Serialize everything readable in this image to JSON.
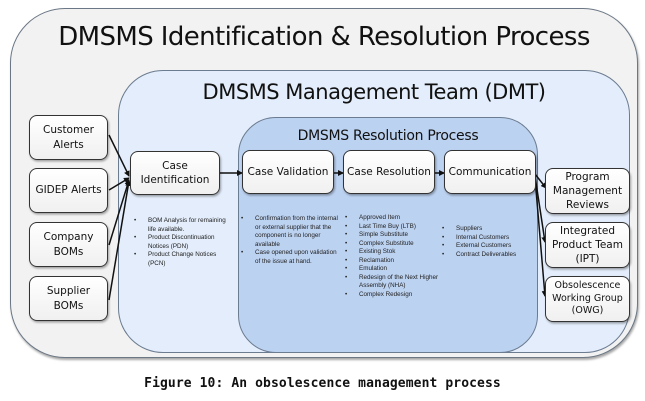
{
  "diagram": {
    "outer_title": "DMSMS Identification & Resolution Process",
    "dmt_title": "DMSMS Management Team (DMT)",
    "resolution_title": "DMSMS Resolution Process",
    "sources": [
      {
        "label": "Customer Alerts",
        "lines": [
          "Customer",
          "Alerts"
        ]
      },
      {
        "label": "GIDEP Alerts",
        "lines": [
          "GIDEP Alerts"
        ]
      },
      {
        "label": "Company BOMs",
        "lines": [
          "Company",
          "BOMs"
        ]
      },
      {
        "label": "Supplier BOMs",
        "lines": [
          "Supplier",
          "BOMs"
        ]
      }
    ],
    "steps": [
      {
        "label": "Case Identification",
        "lines": [
          "Case",
          "Identification"
        ],
        "bullets": [
          "BOM Analysis for remaining life available.",
          "Product Discontinuation Notices (PDN)",
          "Product Change Notices (PCN)"
        ]
      },
      {
        "label": "Case Validation",
        "lines": [
          "Case Validation"
        ],
        "bullets": [
          "Confirmation from the internal or external supplier that the component is no longer available",
          "Case opened upon validation of the issue at hand."
        ]
      },
      {
        "label": "Case Resolution",
        "lines": [
          "Case Resolution"
        ],
        "bullets": [
          "Approved Item",
          "Last Time Buy (LTB)",
          "Simple Substitute",
          "Complex Substitute",
          "Existing Stok",
          "Reclamation",
          "Emulation",
          "Redesign of the Next Higher Assembly (NHA)",
          "Complex Redesign"
        ]
      },
      {
        "label": "Communication",
        "lines": [
          "Communication"
        ],
        "bullets": [
          "Suppliers",
          "Internal Customers",
          "External Customers",
          "Contract Deliverables"
        ]
      }
    ],
    "outputs": [
      {
        "label": "Program Management Reviews",
        "lines": [
          "Program",
          "Management",
          "Reviews"
        ]
      },
      {
        "label": "Integrated Product Team (IPT)",
        "lines": [
          "Integrated",
          "Product Team",
          "(IPT)"
        ]
      },
      {
        "label": "Obsolescence Working Group (OWG)",
        "lines": [
          "Obsolescence",
          "Working Group",
          "(OWG)"
        ]
      }
    ]
  },
  "caption": "Figure 10: An obsolescence management process",
  "colors": {
    "outer_fill": "#f2f2f2",
    "dmt_fill": "#e3edfb",
    "resolution_fill": "#bcd2f1",
    "border": "#6b7785"
  }
}
